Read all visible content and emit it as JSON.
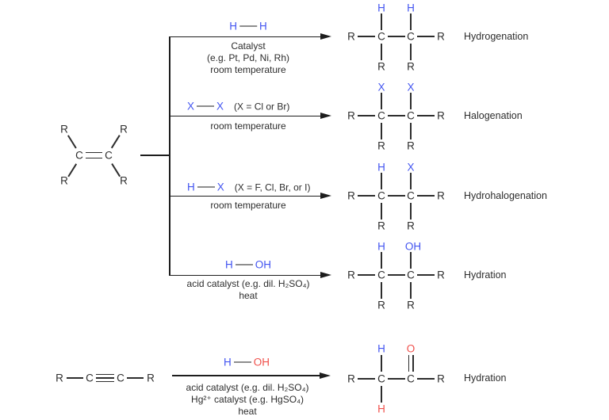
{
  "colors": {
    "ink": "#2d2d2d",
    "blue": "#4355f0",
    "red": "#f0504b"
  },
  "alkene_section": {
    "reactant": {
      "r_top_left": "R",
      "r_top_right": "R",
      "c1": "C",
      "c2": "C",
      "r_bottom_left": "R",
      "r_bottom_right": "R"
    },
    "branches": [
      {
        "reagent": {
          "a": "H",
          "b": "H",
          "note": ""
        },
        "conditions": [
          "Catalyst",
          "(e.g. Pt, Pd, Ni, Rh)",
          "room temperature"
        ],
        "product": {
          "left_r": "R",
          "c1": "C",
          "c2": "C",
          "right_r": "R",
          "top1": "H",
          "top2": "H",
          "bottom1": "R",
          "bottom2": "R"
        },
        "label": "Hydrogenation"
      },
      {
        "reagent": {
          "a": "X",
          "b": "X",
          "note": "(X = Cl or Br)"
        },
        "conditions": [
          "room temperature"
        ],
        "product": {
          "left_r": "R",
          "c1": "C",
          "c2": "C",
          "right_r": "R",
          "top1": "X",
          "top2": "X",
          "bottom1": "R",
          "bottom2": "R"
        },
        "label": "Halogenation"
      },
      {
        "reagent": {
          "a": "H",
          "b": "X",
          "note": "(X = F, Cl, Br, or I)"
        },
        "conditions": [
          "room temperature"
        ],
        "product": {
          "left_r": "R",
          "c1": "C",
          "c2": "C",
          "right_r": "R",
          "top1": "H",
          "top2": "X",
          "bottom1": "R",
          "bottom2": "R"
        },
        "label": "Hydrohalogenation"
      },
      {
        "reagent": {
          "a": "H",
          "b": "OH",
          "note": ""
        },
        "conditions": [
          "acid catalyst (e.g. dil. H₂SO₄)",
          "heat"
        ],
        "product": {
          "left_r": "R",
          "c1": "C",
          "c2": "C",
          "right_r": "R",
          "top1": "H",
          "top2": "OH",
          "bottom1": "R",
          "bottom2": "R"
        },
        "label": "Hydration"
      }
    ]
  },
  "alkyne_section": {
    "reactant": {
      "r_left": "R",
      "c1": "C",
      "c2": "C",
      "r_right": "R"
    },
    "reagent": {
      "a": "H",
      "b": "OH"
    },
    "conditions": [
      "acid catalyst (e.g. dil. H₂SO₄)",
      "Hg²⁺ catalyst (e.g. HgSO₄)",
      "heat"
    ],
    "product": {
      "left_r": "R",
      "c1": "C",
      "c2": "C",
      "right_r": "R",
      "top1": "H",
      "top2": "O",
      "bottom1": "H"
    },
    "label": "Hydration"
  }
}
